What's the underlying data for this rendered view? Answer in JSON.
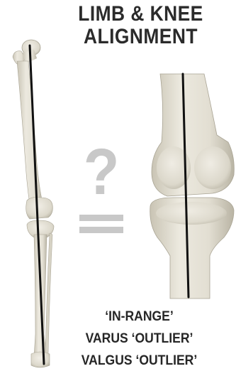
{
  "title": {
    "line1": "LIMB & KNEE",
    "line2": "ALIGNMENT"
  },
  "question_mark": "?",
  "categories": [
    "‘IN-RANGE’",
    "VARUS ‘OUTLIER’",
    "VALGUS ‘OUTLIER’"
  ],
  "colors": {
    "bone": "#e6e2d6",
    "bone_shadow": "#bdb8a8",
    "axis_line": "#111111",
    "question_mark": "#c8c8c8",
    "equals_sign": "#c8c8c8",
    "text": "#2b2b2b"
  }
}
